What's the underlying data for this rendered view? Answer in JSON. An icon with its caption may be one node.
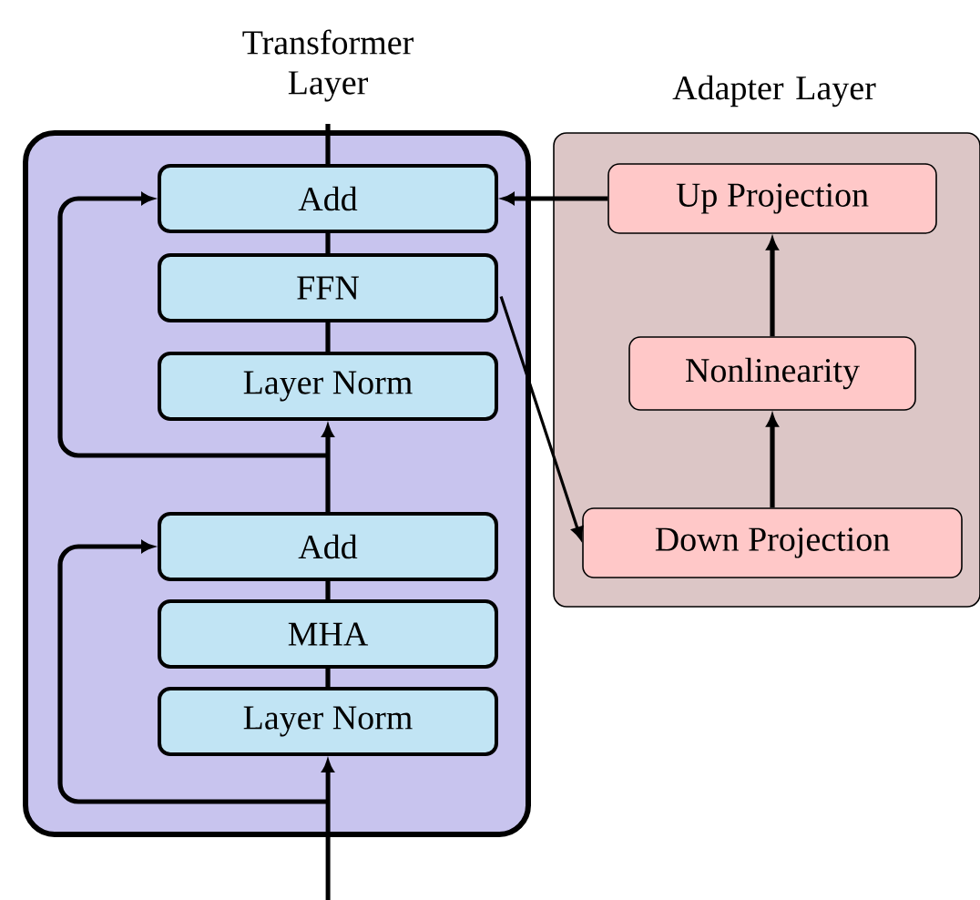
{
  "diagram": {
    "nodes": [
      {
        "text": [
          "Transformer Layer"
        ]
      },
      {
        "text": [
          "Add"
        ],
        "in": 0
      },
      {
        "text": [
          "FFN"
        ],
        "in": 0
      },
      {
        "text": [
          "Layer Norm"
        ],
        "in": 0
      },
      {
        "text": [
          "Add"
        ],
        "in": 0
      },
      {
        "text": [
          "MHA"
        ],
        "in": 0
      },
      {
        "text": [
          "Layer Norm"
        ],
        "in": 0
      },
      {
        "text": [
          "Adapter Layer"
        ]
      },
      {
        "text": [
          "Up Projection"
        ],
        "in": 7
      },
      {
        "text": [
          "Nonlinearity"
        ],
        "in": 7
      },
      {
        "text": [
          "Down Projection"
        ],
        "in": 7
      }
    ],
    "edges": [
      {
        "from": null,
        "to": 6,
        "arrow": "to"
      },
      {
        "from": 6,
        "to": 5,
        "arrow": "none"
      },
      {
        "from": 5,
        "to": 4,
        "arrow": "none"
      },
      {
        "from": 4,
        "to": 3,
        "arrow": "to"
      },
      {
        "from": 3,
        "to": 2,
        "arrow": "none"
      },
      {
        "from": 2,
        "to": 1,
        "arrow": "none"
      },
      {
        "from": 1,
        "to": null,
        "arrow": "none"
      },
      {
        "from": null,
        "to": 4,
        "arrow": "to"
      },
      {
        "from": null,
        "to": 1,
        "arrow": "to"
      },
      {
        "from": 2,
        "to": 10,
        "arrow": "to"
      },
      {
        "from": 10,
        "to": 9,
        "arrow": "to"
      },
      {
        "from": 9,
        "to": 8,
        "arrow": "to"
      },
      {
        "from": 8,
        "to": 1,
        "arrow": "to"
      }
    ]
  }
}
